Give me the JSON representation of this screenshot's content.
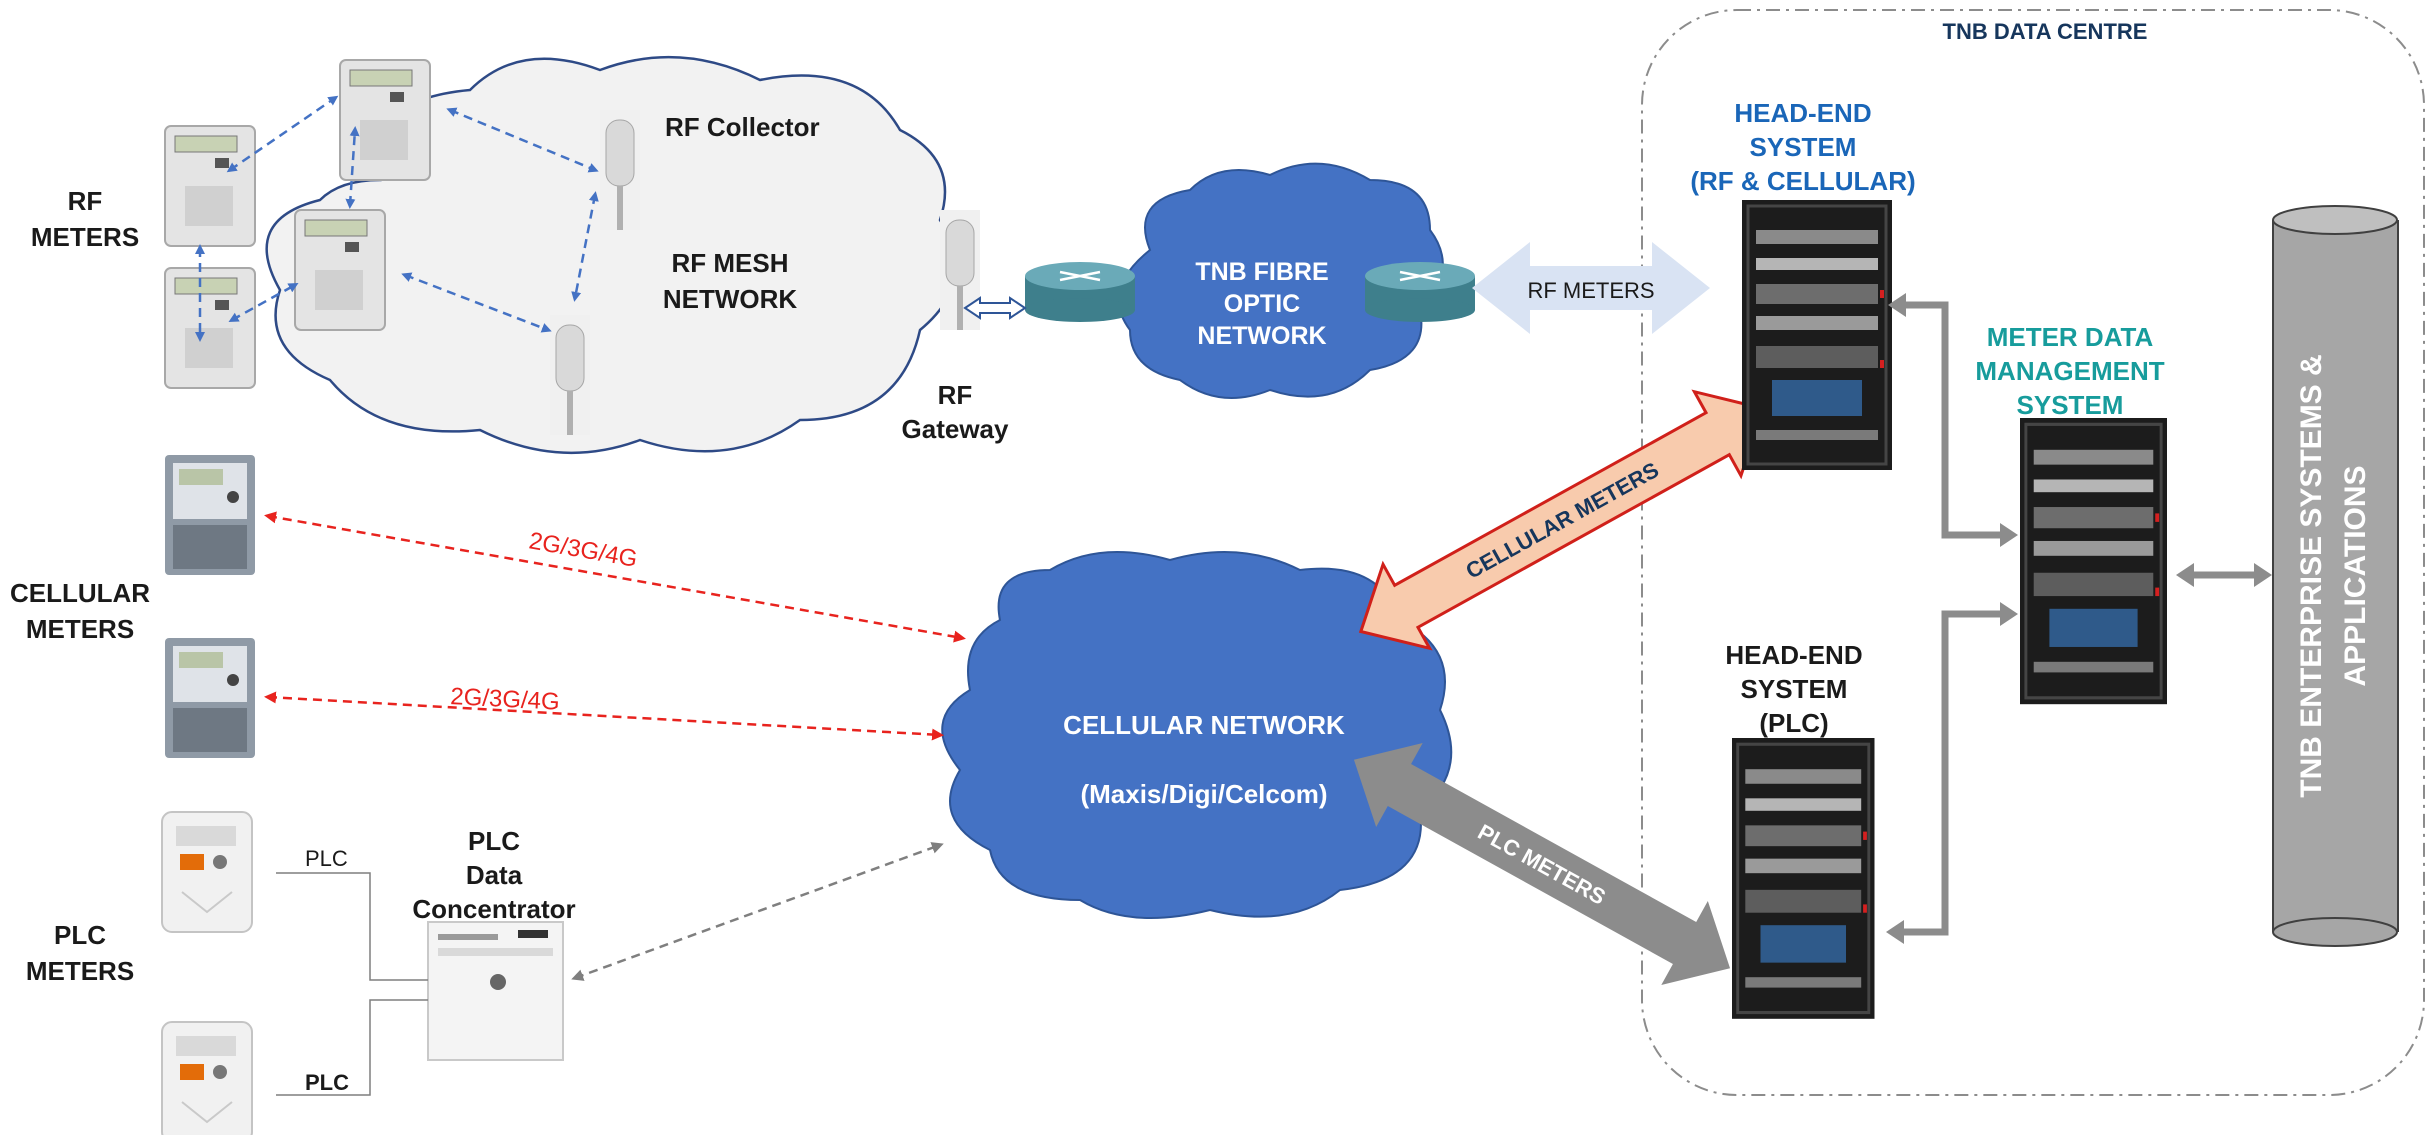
{
  "data_centre": {
    "title": "TNB DATA CENTRE"
  },
  "rf": {
    "meters_label": [
      "RF",
      "METERS"
    ],
    "collector_label": "RF Collector",
    "mesh_label": [
      "RF MESH",
      "NETWORK"
    ],
    "gateway_label": [
      "RF",
      "Gateway"
    ]
  },
  "fibre": {
    "label": [
      "TNB FIBRE",
      "OPTIC",
      "NETWORK"
    ]
  },
  "links": {
    "rf_meters": "RF METERS",
    "cellular_meters": "CELLULAR METERS",
    "plc_meters": "PLC METERS",
    "gen_1": "2G/3G/4G",
    "gen_2": "2G/3G/4G",
    "plc_1": "PLC",
    "plc_2": "PLC"
  },
  "cellular": {
    "meters_label": [
      "CELLULAR",
      "METERS"
    ],
    "network_label": "CELLULAR NETWORK",
    "operators": "(Maxis/Digi/Celcom)"
  },
  "plc": {
    "meters_label": [
      "PLC",
      "METERS"
    ],
    "concentrator_label": [
      "PLC",
      "Data",
      "Concentrator"
    ]
  },
  "head_end_rf": {
    "label": [
      "HEAD-END",
      "SYSTEM",
      "(RF & CELLULAR)"
    ]
  },
  "head_end_plc": {
    "label": [
      "HEAD-END",
      "SYSTEM",
      "(PLC)"
    ]
  },
  "mdm": {
    "label": [
      "METER DATA",
      "MANAGEMENT",
      "SYSTEM"
    ]
  },
  "enterprise": {
    "label": [
      "TNB ENTERPRISE SYSTEMS &",
      "APPLICATIONS"
    ]
  },
  "colors": {
    "cloud_blue": "#4472c4",
    "cloud_grey": "#f2f2f2",
    "rf_arrow": "#d9e3f3",
    "cellular_arrow": "#f8cbad",
    "plc_arrow": "#8c8c8c",
    "red_link": "#e8231e",
    "head_end_text": "#1a66b8",
    "mdm_text": "#179c9c"
  }
}
